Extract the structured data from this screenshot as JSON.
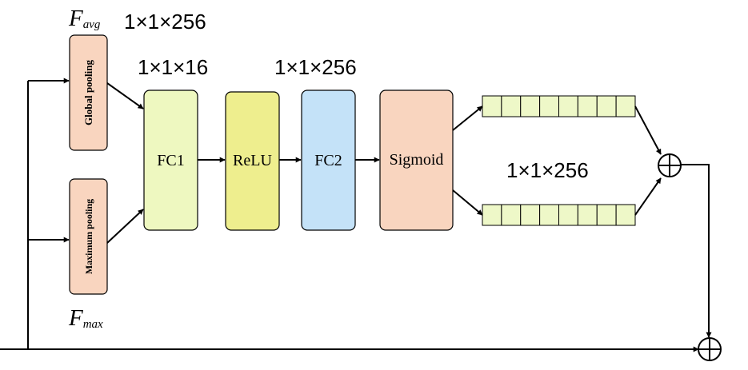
{
  "labels": {
    "f_avg_main": "F",
    "f_avg_sub": "avg",
    "f_max_main": "F",
    "f_max_sub": "max",
    "dim_top": "1×1×256",
    "dim_fc1": "1×1×16",
    "dim_fc2": "1×1×256",
    "dim_out": "1×1×256"
  },
  "blocks": {
    "global_pooling": "Global pooling",
    "maximum_pooling": "Maximum pooling",
    "fc1": "FC1",
    "relu": "ReLU",
    "fc2": "FC2",
    "sigmoid": "Sigmoid"
  },
  "vector_cells": 8,
  "colors": {
    "pooling": "#f9d5bf",
    "fc1": "#eef8c0",
    "relu": "#eeee8e",
    "fc2": "#c4e2f8",
    "sigmoid": "#f9d5bf",
    "vector_cell": "#eef8c8",
    "stroke": "#000000"
  }
}
